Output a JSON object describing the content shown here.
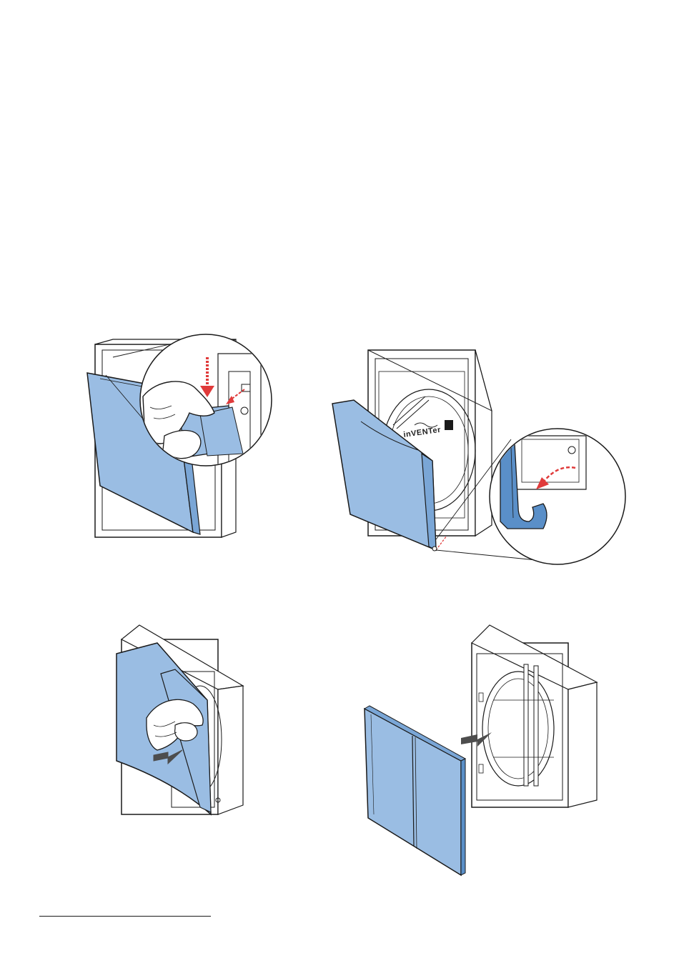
{
  "document": {
    "type": "installation-illustrations",
    "figure_count": 4
  },
  "figures": [
    {
      "id": "step-1",
      "icon": "finger-press-latch-icon"
    },
    {
      "id": "step-2",
      "icon": "cover-hinge-unhook-icon",
      "logo_text": "inVENTer"
    },
    {
      "id": "step-3",
      "icon": "hand-pull-cover-icon"
    },
    {
      "id": "step-4",
      "icon": "filter-removal-icon"
    }
  ],
  "colors": {
    "cover_blue": "#9abde3",
    "cover_blue_dark": "#5a8fc8",
    "arrow_red": "#e03a3a",
    "arrow_grey": "#4d4d4d",
    "line": "#1a1a1a"
  }
}
